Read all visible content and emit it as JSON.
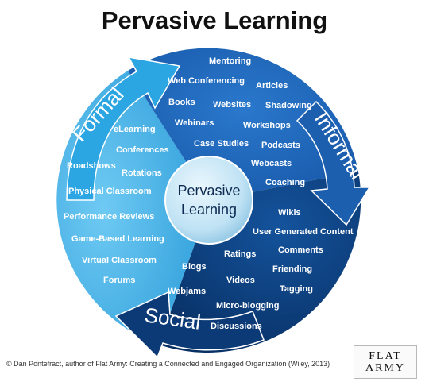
{
  "title": "Pervasive Learning",
  "center": {
    "line1": "Pervasive",
    "line2": "Learning"
  },
  "segments": {
    "formal": {
      "label": "Formal",
      "items": [
        "eLearning",
        "Conferences",
        "Roadshows",
        "Rotations",
        "Physical Classroom",
        "Performance Reviews",
        "Game-Based Learning",
        "Virtual Classroom",
        "Forums"
      ]
    },
    "informal": {
      "label": "Informal",
      "items": [
        "Mentoring",
        "Web Conferencing",
        "Articles",
        "Books",
        "Websites",
        "Shadowing",
        "Webinars",
        "Workshops",
        "Case Studies",
        "Podcasts",
        "Webcasts",
        "Coaching"
      ]
    },
    "social": {
      "label": "Social",
      "items": [
        "Wikis",
        "User Generated Content",
        "Comments",
        "Ratings",
        "Friending",
        "Blogs",
        "Videos",
        "Tagging",
        "Webjams",
        "Micro-blogging",
        "Discussions"
      ]
    }
  },
  "credit": "© Dan Pontefract, author of Flat Army: Creating a Connected and Engaged Organization (Wiley, 2013)",
  "logo": {
    "line1": "FLAT",
    "line2": "ARMY"
  },
  "colors": {
    "formal": "#4db8ec",
    "informal": "#1f65b8",
    "social": "#0d3f7e",
    "center": "#bfe2f4"
  }
}
